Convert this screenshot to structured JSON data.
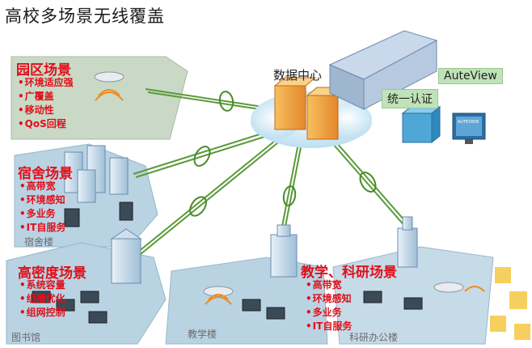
{
  "title": "高校多场景无线覆盖",
  "datacenter": {
    "label": "数据中心"
  },
  "auth": {
    "label": "统一认证"
  },
  "monitor": {
    "label": "AuteView",
    "screen_label": "AUTEVIEW"
  },
  "zones": {
    "campus": {
      "title": "园区场景",
      "bullets": [
        "环境适应强",
        "广覆盖",
        "移动性",
        "QoS回程"
      ]
    },
    "dorm": {
      "title": "宿舍场景",
      "bullets": [
        "高带宽",
        "环境感知",
        "多业务",
        "IT自服务"
      ],
      "location": "宿舍楼"
    },
    "library": {
      "title": "高密度场景",
      "bullets": [
        "系统容量",
        "组播优化",
        "组网控制"
      ],
      "location": "图书馆"
    },
    "teaching": {
      "title": "教学、科研场景",
      "bullets": [
        "高带宽",
        "环境感知",
        "多业务",
        "IT自服务"
      ],
      "location": "教学楼"
    },
    "research": {
      "location": "科研办公楼"
    }
  },
  "colors": {
    "accent_red": "#e0101a",
    "zone_fill": "#b9d3e3",
    "link_green": "#5a9a3a",
    "cloud": "#cfe7f5",
    "server_orange": "#f3a43a"
  }
}
